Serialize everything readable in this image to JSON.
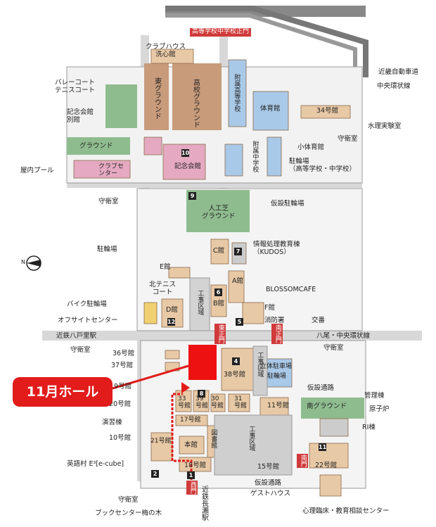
{
  "labels": {
    "koto_gate": "高等学校中学校正門",
    "clubhouse": "クラブハウス\n洗心館",
    "kintetsu_car": "近畿自動車道",
    "chuo_line": "中央環状線",
    "volley": "バレーコート\nテニスコート",
    "kinenkan_bekkan": "記念会館\n別館",
    "suiri": "水理実験室",
    "shuei": "守衛室",
    "shotaiikukan": "小体育館",
    "churinjo_koto": "駐輪場\n（高等学校・中学校）",
    "okunai_pool": "屋内プール",
    "kasetsu_churinjo": "仮設駐輪場",
    "churinjo": "駐輪場",
    "joho": "情報処理教育棟\n（KUDOS）",
    "e_kan": "E館",
    "blossom": "BLOSSOMCAFE",
    "bike": "バイク駐輪場",
    "f_kan": "F館",
    "shobosho": "消防署",
    "koban": "交番",
    "office": "オフサイトセンター",
    "kintetsu_yao": "近鉄八戸里駅",
    "hachio": "八尾・中央環状線",
    "go36": "36号館",
    "go37": "37号館",
    "go19": "19号館",
    "go20": "20号館",
    "enshu": "演習棟",
    "go10": "10号館",
    "kasetsu_tsuro": "仮設通路",
    "kanri": "管理棟",
    "genshiro": "原子炉",
    "ri": "RI棟",
    "eigomura": "英語村 E³[e-cube]",
    "kasetsu_tsuro2": "仮設通路",
    "guest": "ゲストハウス",
    "book": "ブックセンター梅の木",
    "shinri": "心理臨床・教育相談センター",
    "nagase": "近鉄長瀬駅"
  },
  "map_text": {
    "higashi_ground": "東グラウンド",
    "koko_ground": "高校グラウンド",
    "fuzoku_koto": "附属高等学校",
    "taiikukan": "体育館",
    "go34": "34号館",
    "ground": "グラウンド",
    "club_center": "クラブセンター",
    "kinen_kaikan": "記念会館",
    "fuzoku_chu": "附属中学校",
    "jinko": "人工芝\nグラウンド",
    "c_kan": "C館",
    "a_kan": "A館",
    "b_kan": "B館",
    "kita_tennis": "北テニス\nコート",
    "d_kan": "D館",
    "koji1": "工事区域",
    "koji2": "工事区域",
    "koji3": "工事区域",
    "go38": "38号館",
    "rittai": "立体駐車場",
    "churinjo2": "駐輪場",
    "go33": "33号館",
    "go39": "39号館",
    "go30": "30号館",
    "go31": "31号館",
    "go11": "11号館",
    "minami_ground": "南グラウンド",
    "go17": "17号館",
    "go21": "21号館",
    "honkan": "本館",
    "toshokan": "図書館",
    "go18": "18号館",
    "go15": "15号館",
    "go22": "22号館"
  },
  "gates": {
    "higashi_seimon": "東正門",
    "minami_seimon": "南正門",
    "minami_mon": "南門",
    "nishi_mon": "西門"
  },
  "numbers": [
    "10",
    "9",
    "7",
    "6",
    "5",
    "12",
    "4",
    "8",
    "11",
    "2",
    "1"
  ],
  "highlight": "11月ホール",
  "north": "N"
}
